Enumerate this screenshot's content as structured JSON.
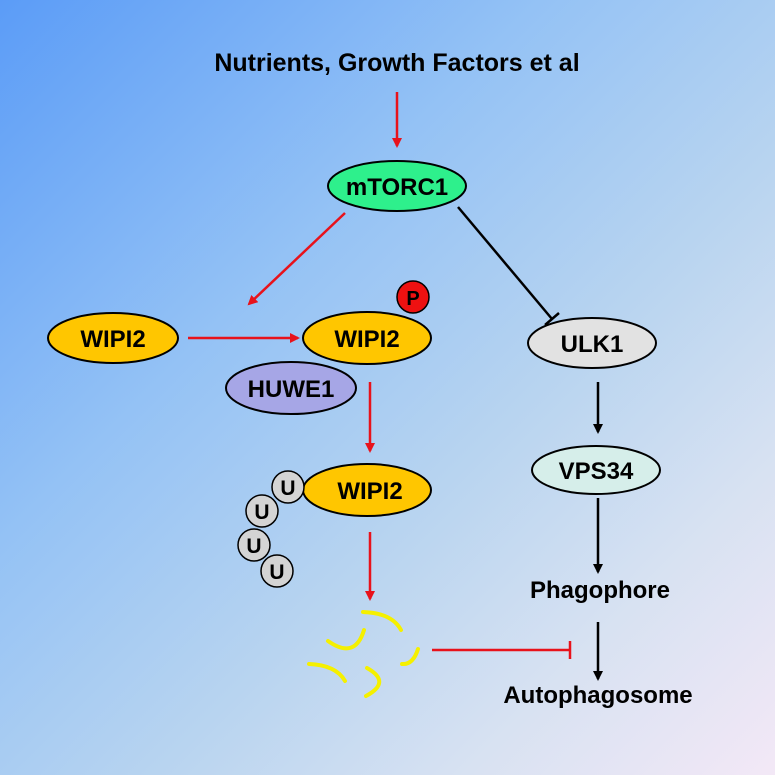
{
  "title": "Nutrients, Growth Factors et al",
  "nodes": {
    "mtorc1": "mTORC1",
    "wipi2_left": "WIPI2",
    "wipi2_mid": "WIPI2",
    "phospho": "P",
    "huwe1": "HUWE1",
    "wipi2_ub": "WIPI2",
    "ub": [
      "U",
      "U",
      "U",
      "U"
    ],
    "ulk1": "ULK1",
    "vps34": "VPS34",
    "phagophore": "Phagophore",
    "autophagosome": "Autophagosome"
  },
  "colors": {
    "activation": "#e8121b",
    "inhibition": "#000000",
    "mtorc1": "#2ef08c",
    "wipi2": "#ffc600",
    "huwe1": "#a6a6e6",
    "ulk1": "#e2e2e2",
    "vps34": "#d6eeea",
    "phospho": "#ee1111",
    "ub": "#d4d4d4",
    "fragments": "#f5f000"
  }
}
